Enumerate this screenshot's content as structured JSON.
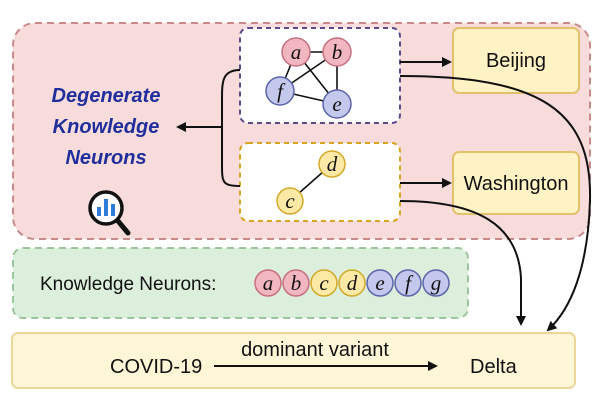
{
  "colors": {
    "degenerate_region_fill": "#f8dcdc",
    "degenerate_region_stroke": "#c98a8a",
    "neuron_strip_fill": "#dcefdc",
    "neuron_strip_stroke": "#9cc59c",
    "output_box_fill": "#fff2c4",
    "output_box_stroke": "#e3c16a",
    "bottom_bar_fill": "#fff6d8",
    "bottom_bar_stroke": "#ecd79a",
    "purple_group_stroke": "#5a4a8a",
    "orange_group_stroke": "#d9a520",
    "pink_node_fill": "#f2b6c0",
    "pink_node_stroke": "#c7707f",
    "yellow_node_fill": "#fde9a6",
    "yellow_node_stroke": "#d2a92a",
    "purple_node_fill": "#c4c8ec",
    "purple_node_stroke": "#5c63a8",
    "title_color": "#1f2e9c",
    "magnifier_bar_color": "#2f7bd9"
  },
  "degenerate_title": {
    "line1": "Degenerate",
    "line2": "Knowledge",
    "line3": "Neurons"
  },
  "magnifier_icon": "magnifying-glass-bar-chart-icon",
  "group_top": {
    "nodes": [
      "a",
      "b",
      "f",
      "e"
    ],
    "output": "Beijing"
  },
  "group_bottom": {
    "nodes": [
      "d",
      "c"
    ],
    "output": "Washington"
  },
  "knowledge_neurons": {
    "label": "Knowledge Neurons:",
    "nodes": [
      "a",
      "b",
      "c",
      "d",
      "e",
      "f",
      "g"
    ]
  },
  "bottom_bar": {
    "subject": "COVID-19",
    "relation": "dominant variant",
    "object": "Delta"
  }
}
